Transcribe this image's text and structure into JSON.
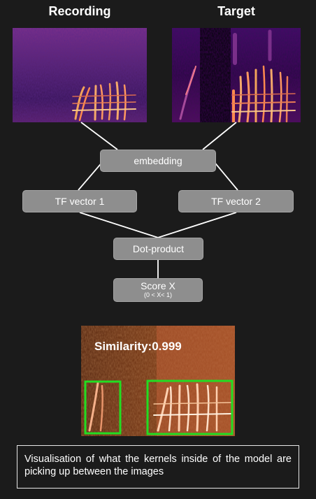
{
  "titles": {
    "recording": "Recording",
    "target": "Target"
  },
  "nodes": {
    "embedding": "embedding",
    "tf_vector_1": "TF vector 1",
    "tf_vector_2": "TF vector 2",
    "dot_product": "Dot-product",
    "score": "Score X",
    "score_range": "(0 < X< 1)"
  },
  "similarity_label": "Similarity:0.999",
  "caption": "Visualisation of what the kernels inside of the model are picking up between the images",
  "colors": {
    "background": "#1b1b1b",
    "node_fill": "#8e8e8e",
    "connector": "#ffffff",
    "highlight_box": "#22dd22"
  }
}
